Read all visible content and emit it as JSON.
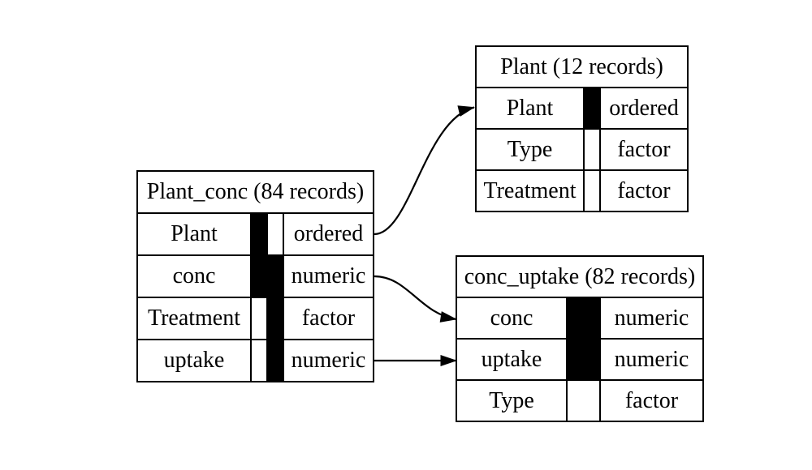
{
  "diagram": {
    "background_color": "#ffffff",
    "line_color": "#000000",
    "text_color": "#000000",
    "key_on_color": "#000000",
    "key_off_color": "#ffffff",
    "tables": [
      {
        "title": "Plant_conc (84 records)",
        "rows": [
          {
            "name": "Plant",
            "type": "ordered",
            "key_cells": [
              "#000000",
              "#ffffff"
            ]
          },
          {
            "name": "conc",
            "type": "numeric",
            "key_cells": [
              "#000000",
              "#000000"
            ]
          },
          {
            "name": "Treatment",
            "type": "factor",
            "key_cells": [
              "#ffffff",
              "#000000"
            ]
          },
          {
            "name": "uptake",
            "type": "numeric",
            "key_cells": [
              "#ffffff",
              "#000000"
            ]
          }
        ]
      },
      {
        "title": "Plant (12 records)",
        "rows": [
          {
            "name": "Plant",
            "type": "ordered",
            "key_cells": [
              "#000000"
            ]
          },
          {
            "name": "Type",
            "type": "factor",
            "key_cells": [
              "#ffffff"
            ]
          },
          {
            "name": "Treatment",
            "type": "factor",
            "key_cells": [
              "#ffffff"
            ]
          }
        ]
      },
      {
        "title": "conc_uptake (82 records)",
        "rows": [
          {
            "name": "conc",
            "type": "numeric",
            "key_cells": [
              "#000000"
            ]
          },
          {
            "name": "uptake",
            "type": "numeric",
            "key_cells": [
              "#000000"
            ]
          },
          {
            "name": "Type",
            "type": "factor",
            "key_cells": [
              "#ffffff"
            ]
          }
        ]
      }
    ],
    "arrows": [
      {
        "from_table": "Plant_conc",
        "from_row": "Plant",
        "to_table": "Plant",
        "to_row": "Plant"
      },
      {
        "from_table": "Plant_conc",
        "from_row": "conc",
        "to_table": "conc_uptake",
        "to_row": "conc"
      },
      {
        "from_table": "Plant_conc",
        "from_row": "uptake",
        "to_table": "conc_uptake",
        "to_row": "uptake"
      }
    ]
  }
}
